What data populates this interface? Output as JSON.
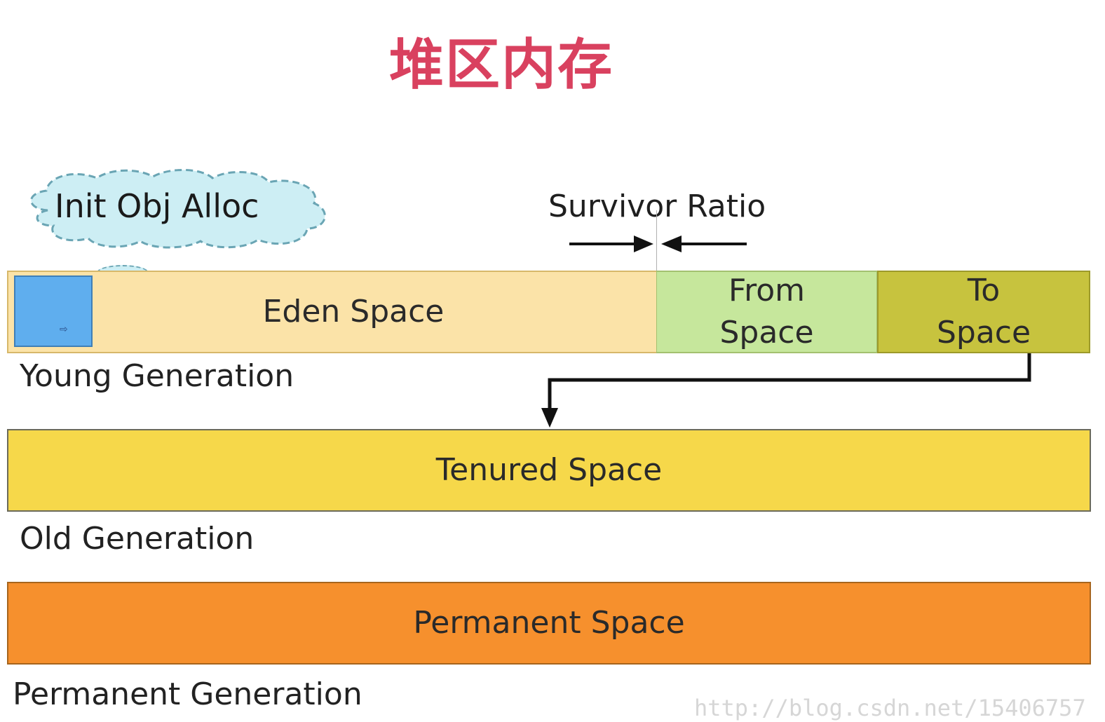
{
  "title": "堆区内存",
  "cloud": {
    "label": "Init Obj Alloc"
  },
  "survivor_ratio": {
    "label": "Survivor Ratio"
  },
  "young_generation": {
    "label": "Young Generation",
    "eden": "Eden Space",
    "from": "From\nSpace",
    "to": "To\nSpace"
  },
  "old_generation": {
    "label": "Old Generation",
    "tenured": "Tenured Space"
  },
  "permanent_generation": {
    "label": "Permanent Generation",
    "permanent": "Permanent Space"
  },
  "colors": {
    "title": "#d9415f",
    "eden": "#fbe3a8",
    "from": "#c6e79c",
    "to": "#c7c33e",
    "tenured": "#f6d84a",
    "permanent": "#f6902d",
    "init_block": "#5faeee",
    "cloud": "#cdeef4"
  },
  "watermark": "http://blog.csdn.net/15406757"
}
